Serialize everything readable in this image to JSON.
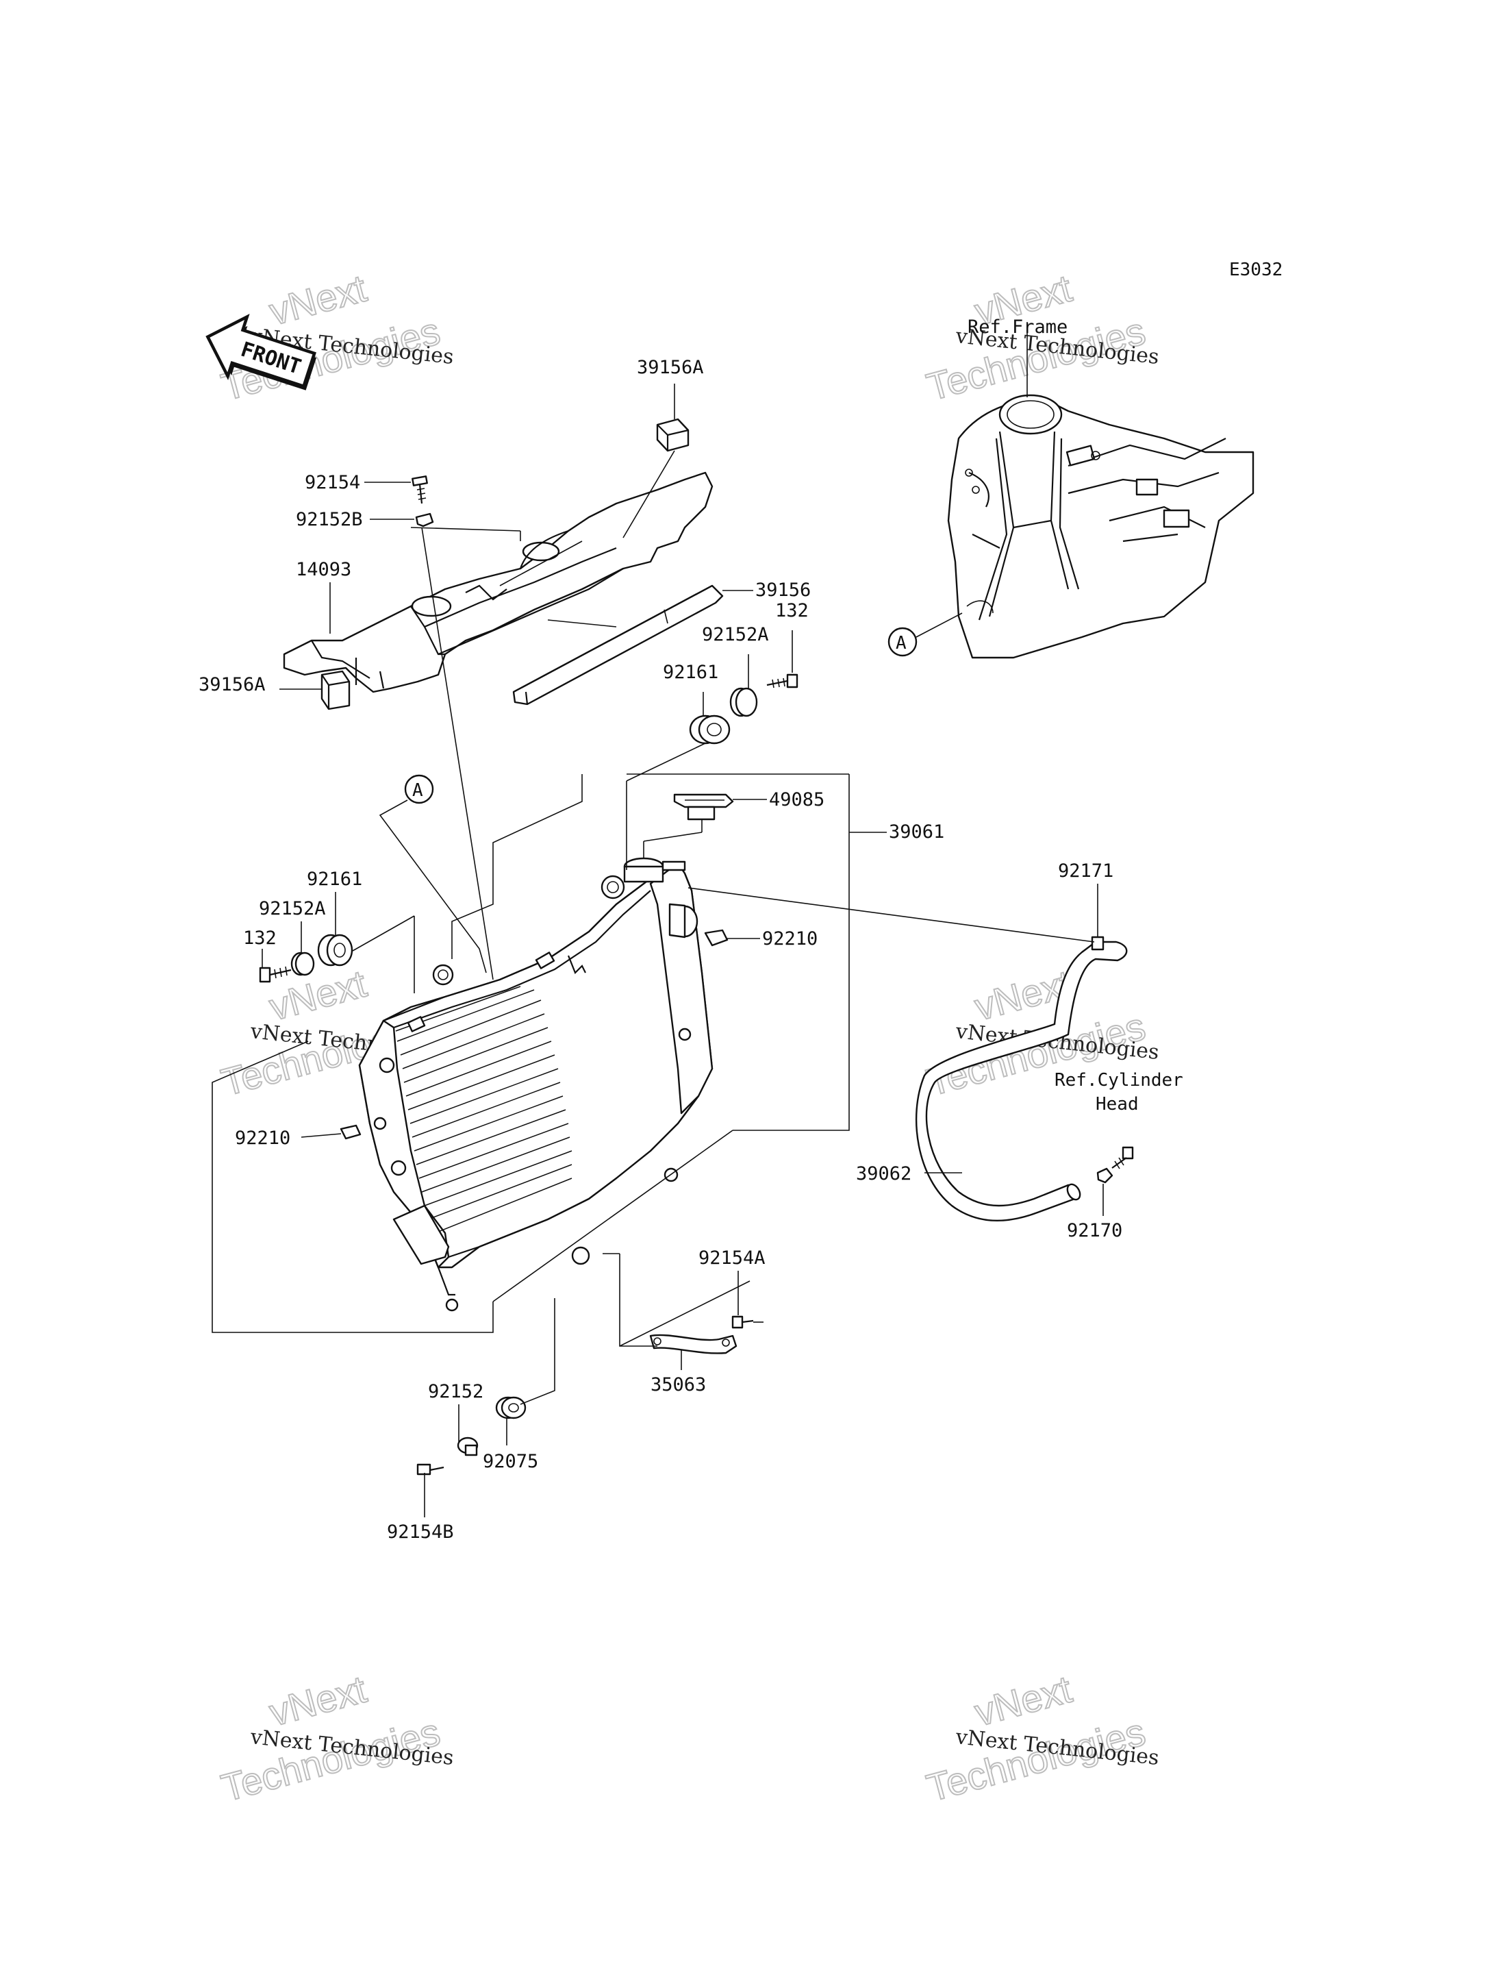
{
  "diagram_code": "E3032",
  "front_arrow_text": "FRONT",
  "callout_letter": "A",
  "watermark": {
    "line1": "vNext Technologies",
    "line2": "vNext",
    "line3": "Technologies"
  },
  "refs": {
    "frame": "Ref.Frame",
    "cylinder_head_line1": "Ref.Cylinder",
    "cylinder_head_line2": "Head"
  },
  "parts": {
    "p39156A_top": "39156A",
    "p92154": "92154",
    "p92152B": "92152B",
    "p14093": "14093",
    "p39156A_left": "39156A",
    "p39156": "39156",
    "p92152A_top": "92152A",
    "p132_top": "132",
    "p92161_top": "92161",
    "p49085": "49085",
    "p39061": "39061",
    "p92161_left": "92161",
    "p92152A_left": "92152A",
    "p132_left": "132",
    "p92210_right": "92210",
    "p92210_left": "92210",
    "p92171": "92171",
    "p39062": "39062",
    "p92170": "92170",
    "p92154A": "92154A",
    "p35063": "35063",
    "p92152": "92152",
    "p92075": "92075",
    "p92154B": "92154B"
  }
}
